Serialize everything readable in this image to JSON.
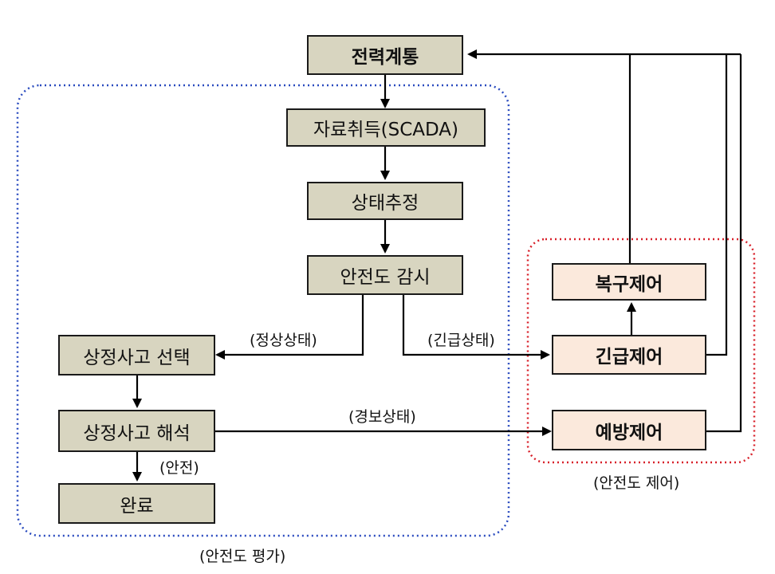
{
  "nodes": {
    "power_system": "전력계통",
    "scada": "자료취득(SCADA)",
    "state_estimation": "상태추정",
    "security_monitoring": "안전도 감시",
    "contingency_selection": "상정사고 선택",
    "contingency_analysis": "상정사고 해석",
    "complete": "완료",
    "restoration_control": "복구제어",
    "emergency_control": "긴급제어",
    "preventive_control": "예방제어"
  },
  "edge_labels": {
    "normal_state": "(정상상태)",
    "emergency_state": "(긴급상태)",
    "alert_state": "(경보상태)",
    "safe": "(안전)"
  },
  "groups": {
    "assessment": "(안전도 평가)",
    "control": "(안전도 제어)"
  },
  "colors": {
    "olive_fill": "#d8d5c0",
    "peach_fill": "#fbe9dc",
    "assessment_border": "#2a4bbf",
    "control_border": "#d8202a"
  }
}
